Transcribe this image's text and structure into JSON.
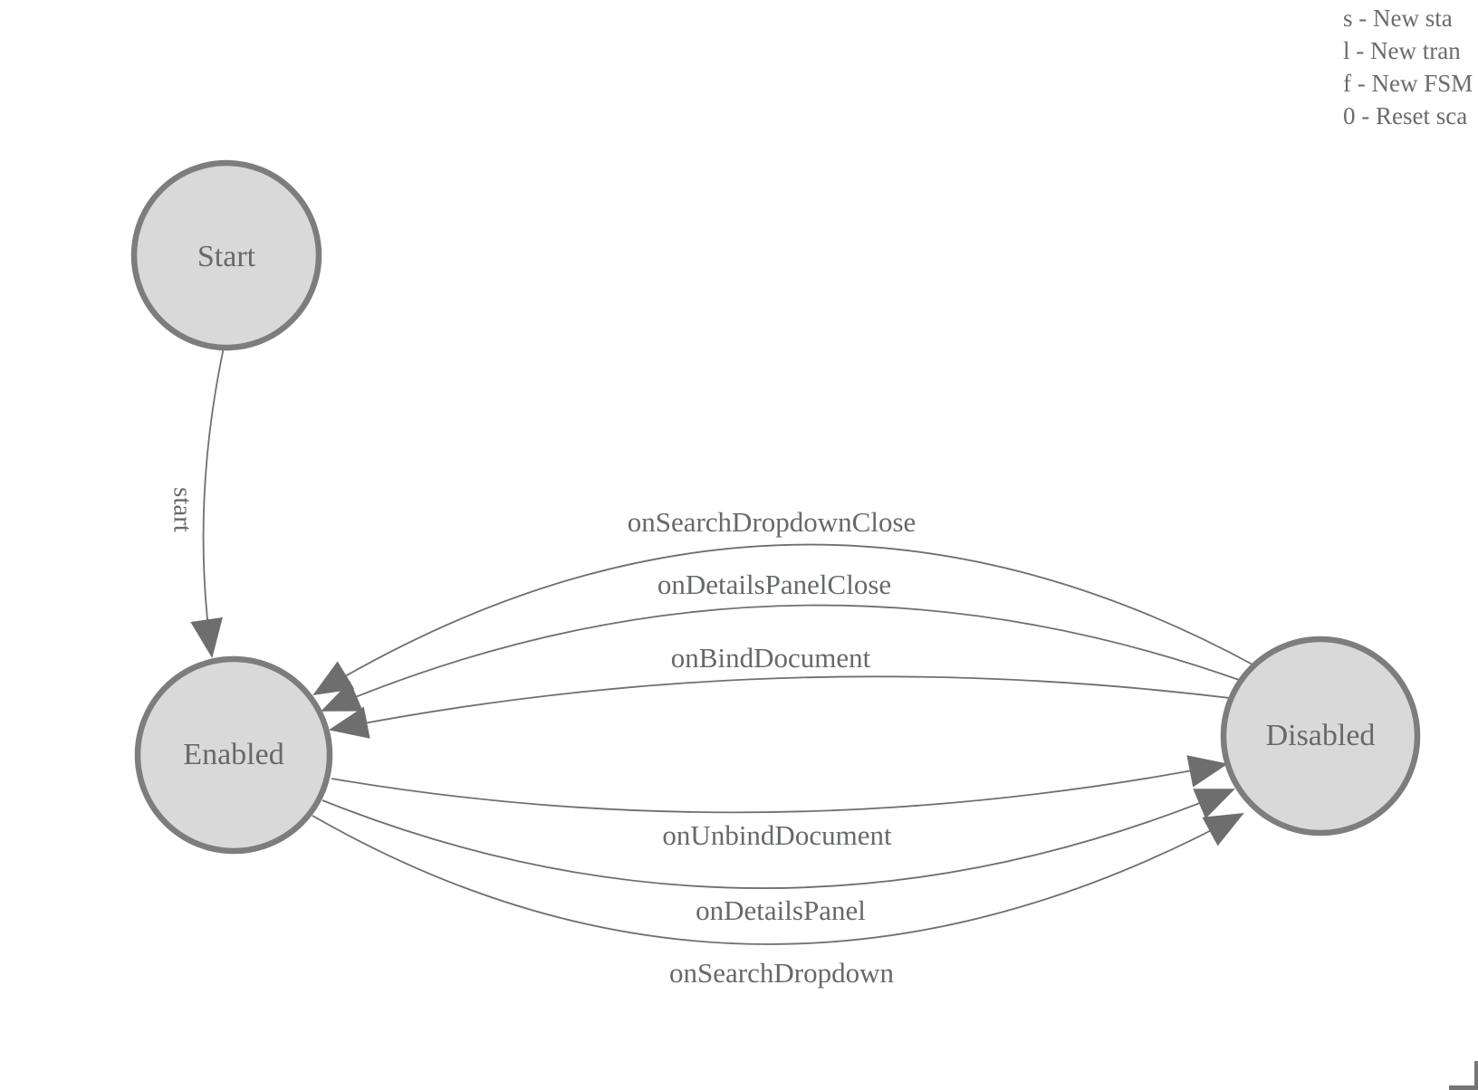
{
  "colors": {
    "background": "#ffffff",
    "node_fill": "#d9d9d9",
    "node_stroke": "#7d7d7d",
    "edge_stroke": "#6f6f6f",
    "arrowhead": "#6e6e6e",
    "label_text": "#66696c",
    "legend_text": "#6b6b6b"
  },
  "legend": {
    "lines": [
      "s - New sta",
      "l - New tran",
      "f - New FSM",
      "0 - Reset sca"
    ]
  },
  "diagram": {
    "type": "finite-state-machine",
    "states": [
      {
        "id": "start",
        "label": "Start"
      },
      {
        "id": "enabled",
        "label": "Enabled"
      },
      {
        "id": "disabled",
        "label": "Disabled"
      }
    ],
    "initial_transition": {
      "from": "Start",
      "to": "Enabled",
      "label": "start"
    },
    "transitions": [
      {
        "from": "Disabled",
        "to": "Enabled",
        "label": "onSearchDropdownClose"
      },
      {
        "from": "Disabled",
        "to": "Enabled",
        "label": "onDetailsPanelClose"
      },
      {
        "from": "Disabled",
        "to": "Enabled",
        "label": "onBindDocument"
      },
      {
        "from": "Enabled",
        "to": "Disabled",
        "label": "onUnbindDocument"
      },
      {
        "from": "Enabled",
        "to": "Disabled",
        "label": "onDetailsPanel"
      },
      {
        "from": "Enabled",
        "to": "Disabled",
        "label": "onSearchDropdown"
      }
    ]
  }
}
